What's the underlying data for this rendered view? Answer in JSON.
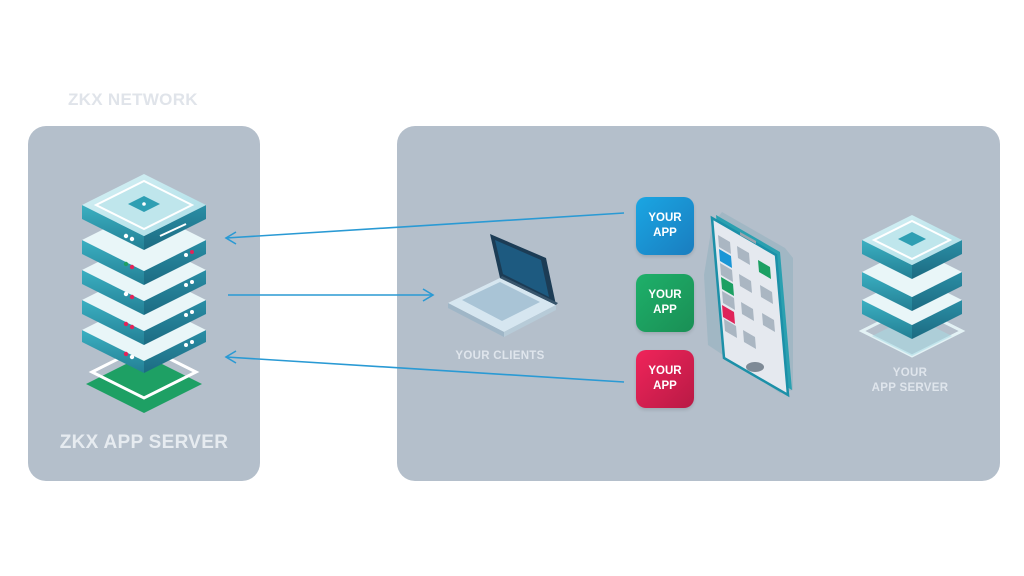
{
  "network_title": "ZKX NETWORK",
  "zkx_server_label": "ZKX APP SERVER",
  "clients_label": "YOUR CLIENTS",
  "your_server_label": [
    "YOUR",
    "APP SERVER"
  ],
  "apps": [
    {
      "line1": "YOUR",
      "line2": "APP",
      "color": "#1a96d6"
    },
    {
      "line1": "YOUR",
      "line2": "APP",
      "color": "#1ca063"
    },
    {
      "line1": "YOUR",
      "line2": "APP",
      "color": "#d91e50"
    }
  ],
  "colors": {
    "panel": "#b4bfcb",
    "arrow": "#2a9ad4",
    "server_teal": "#2e9fb3",
    "base_green": "#1ea064"
  },
  "icons": [
    "server-stack-icon",
    "laptop-icon",
    "smartphone-icon",
    "small-server-icon"
  ]
}
